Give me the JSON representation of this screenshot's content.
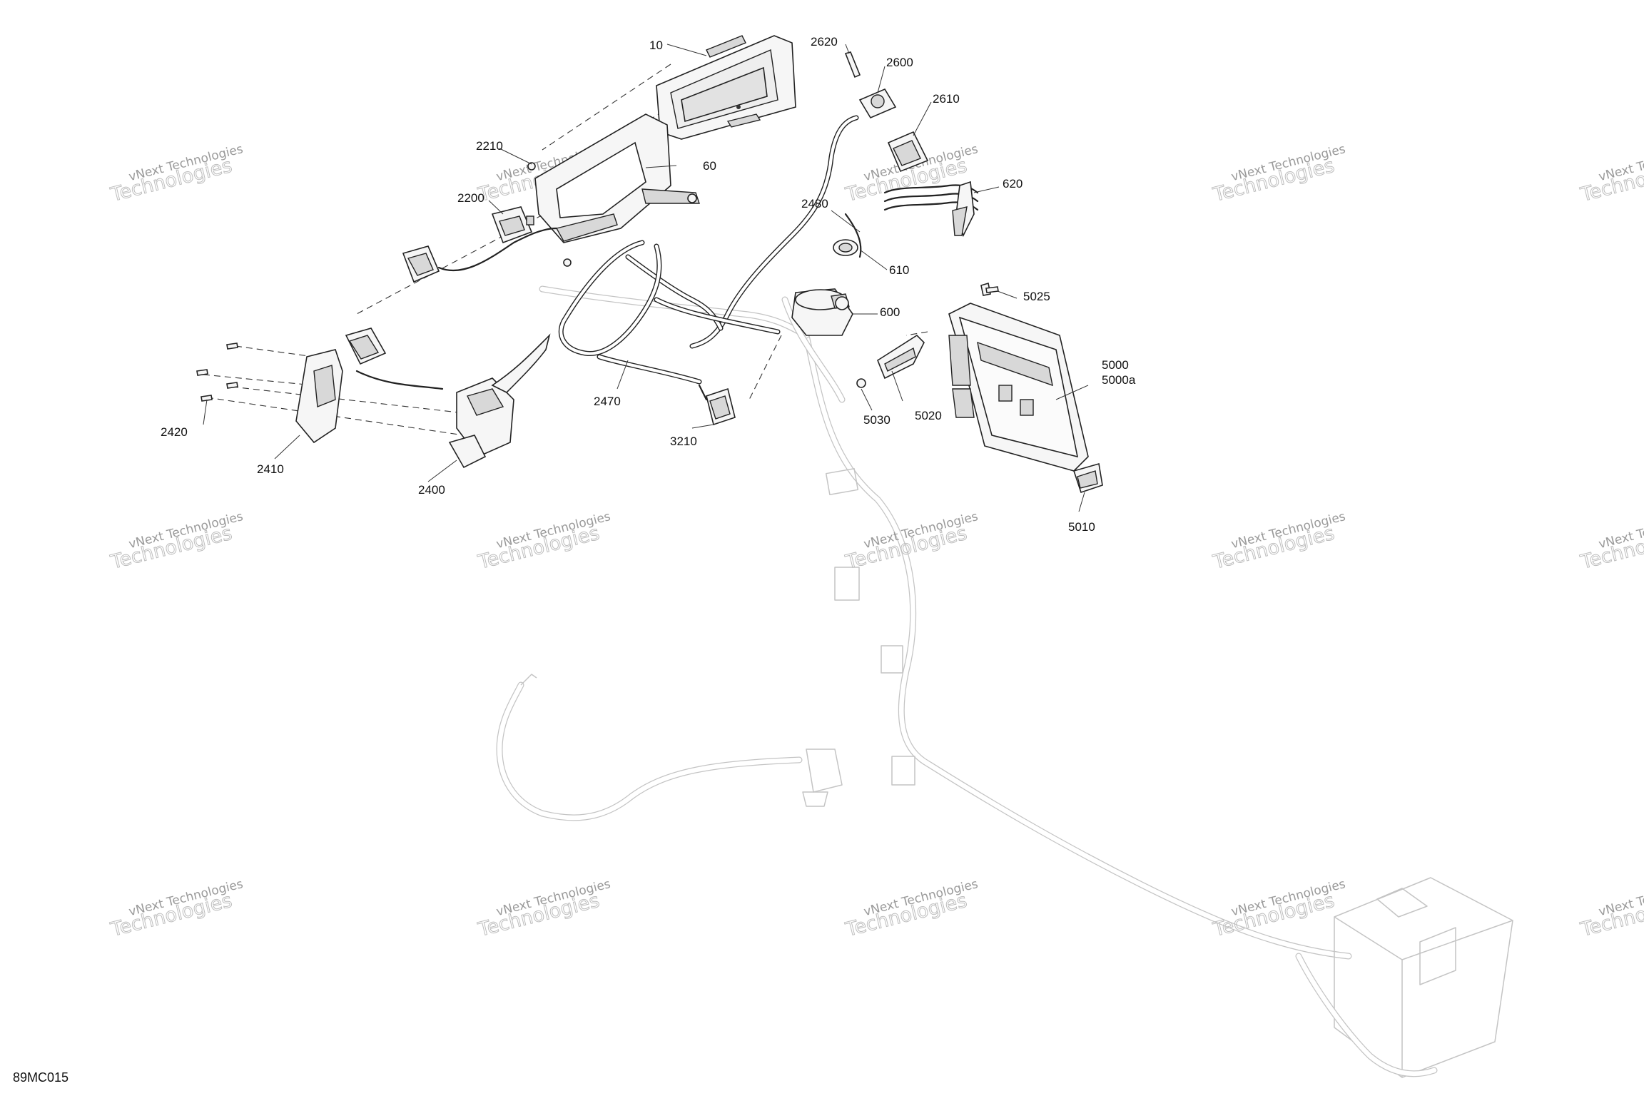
{
  "diagram_code": "89MC015",
  "watermark": {
    "line1": "vNext Technologies",
    "line2": "Technologies"
  },
  "part_labels": {
    "p10": "10",
    "p60": "60",
    "p600": "600",
    "p610": "610",
    "p620": "620",
    "p2200": "2200",
    "p2210": "2210",
    "p2400": "2400",
    "p2410": "2410",
    "p2420": "2420",
    "p2470": "2470",
    "p2480": "2480",
    "p2600": "2600",
    "p2610": "2610",
    "p2620": "2620",
    "p3210": "3210",
    "p5000": "5000",
    "p5000a": "5000a",
    "p5010": "5010",
    "p5020": "5020",
    "p5025": "5025",
    "p5030": "5030"
  }
}
